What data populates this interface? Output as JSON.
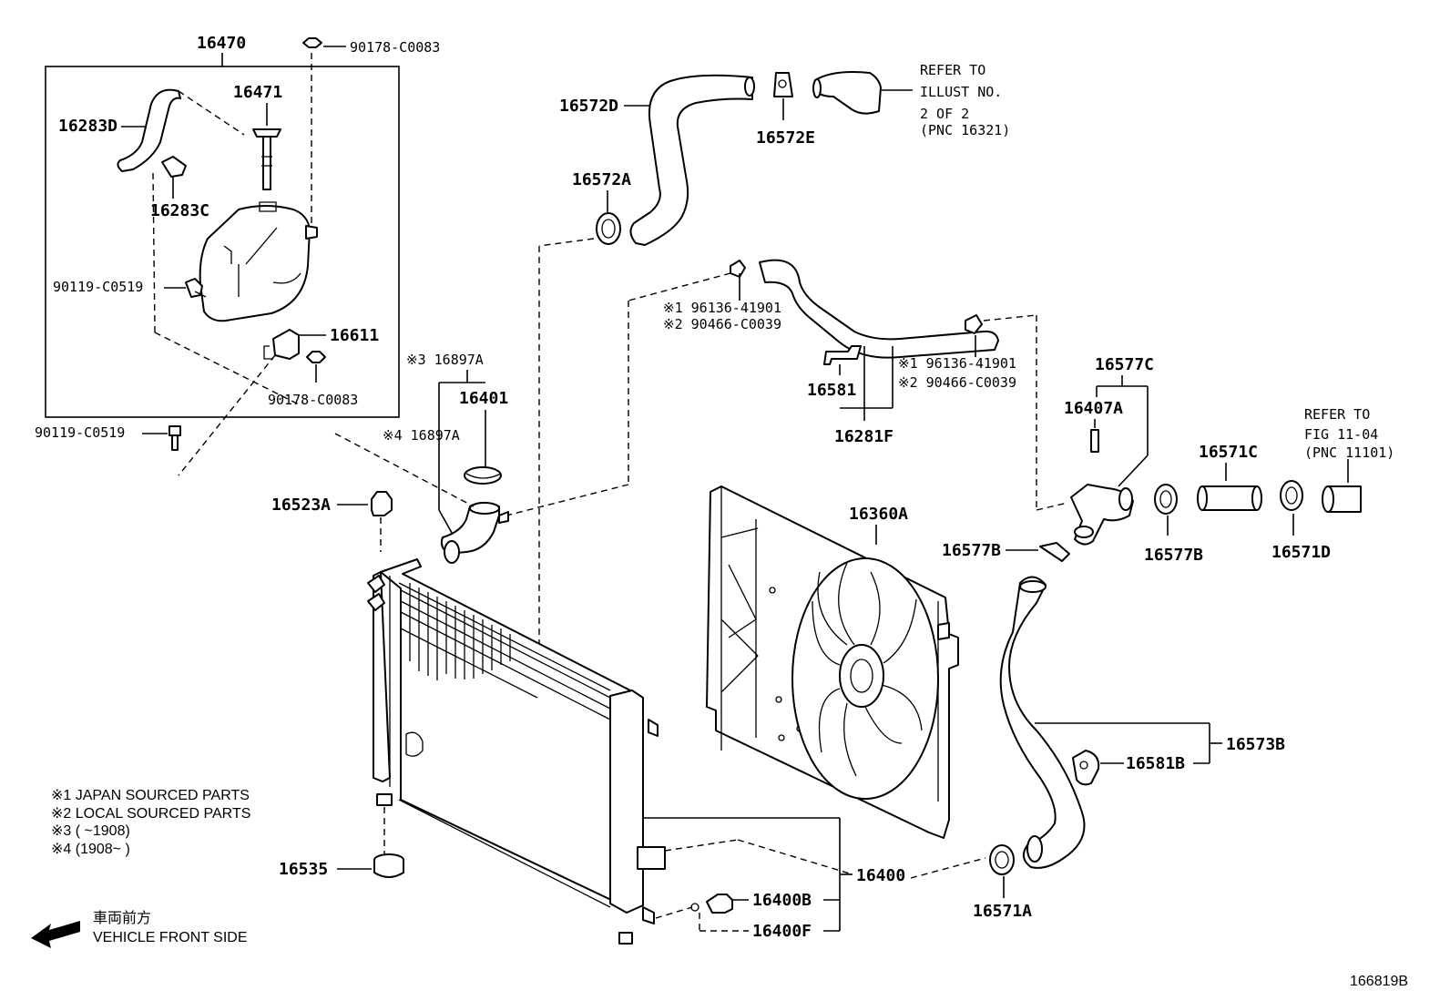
{
  "labels": {
    "p16470": "16470",
    "p90178_top": "90178-C0083",
    "p16471": "16471",
    "p16283D": "16283D",
    "p16283C": "16283C",
    "p90119_in": "90119-C0519",
    "p16611": "16611",
    "p90178_in": "90178-C0083",
    "p90119_out": "90119-C0519",
    "p16572D": "16572D",
    "p16572E": "16572E",
    "p16572A": "16572A",
    "refer1_l1": "REFER TO",
    "refer1_l2": "ILLUST NO.",
    "refer1_l3": "2 OF 2",
    "refer1_l4": "(PNC 16321)",
    "p96136_a": "※1 96136-41901",
    "p90466_a": "※2 90466-C0039",
    "p96136_b": "※1 96136-41901",
    "p90466_b": "※2 90466-C0039",
    "p16581": "16581",
    "p16281F": "16281F",
    "p16897A_3": "※3 16897A",
    "p16401": "16401",
    "p16897A_4": "※4 16897A",
    "p16523A": "16523A",
    "p16577C": "16577C",
    "p16407A": "16407A",
    "p16571C": "16571C",
    "refer2_l1": "REFER TO",
    "refer2_l2": "FIG 11-04",
    "refer2_l3": "(PNC 11101)",
    "p16360A": "16360A",
    "p16577B_a": "16577B",
    "p16577B_b": "16577B",
    "p16571D": "16571D",
    "p16573B": "16573B",
    "p16581B": "16581B",
    "p16400": "16400",
    "p16400B": "16400B",
    "p16400F": "16400F",
    "p16571A": "16571A",
    "p16535": "16535",
    "diagram_id": "166819B"
  },
  "notes": {
    "n1": "※1  JAPAN SOURCED PARTS",
    "n2": "※2  LOCAL SOURCED PARTS",
    "n3": "※3 (        ~1908)",
    "n4": "※4 (1908~        )"
  },
  "direction": {
    "jp": "車両前方",
    "en": "VEHICLE FRONT SIDE"
  }
}
